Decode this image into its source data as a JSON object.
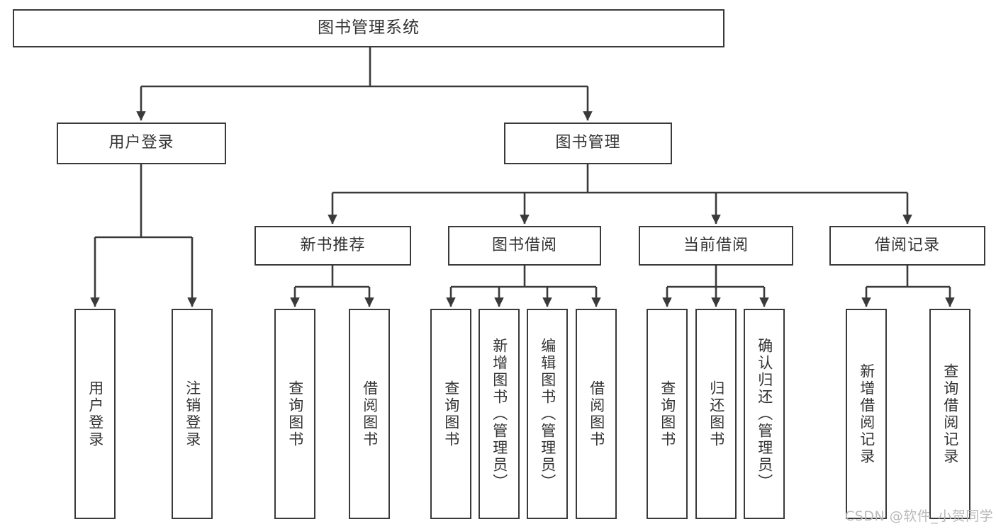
{
  "diagram": {
    "title": "图书管理系统",
    "type": "tree-hierarchy-chart",
    "background_color": "#ffffff",
    "box_border_color": "#3a3a3a",
    "text_color": "#333333",
    "edge_color": "#3a3a3a"
  },
  "nodes": {
    "root": {
      "label": "图书管理系统"
    },
    "level2": [
      {
        "label": "用户登录"
      },
      {
        "label": "图书管理"
      }
    ],
    "level3": [
      {
        "label": "新书推荐"
      },
      {
        "label": "图书借阅"
      },
      {
        "label": "当前借阅"
      },
      {
        "label": "借阅记录"
      }
    ],
    "leaves": {
      "user_login": [
        {
          "label": "用户登录"
        },
        {
          "label": "注销登录"
        }
      ],
      "new_book_recommend": [
        {
          "label": "查询图书"
        },
        {
          "label": "借阅图书"
        }
      ],
      "book_borrow": [
        {
          "label": "查询图书"
        },
        {
          "label": "新增图书（管理员）"
        },
        {
          "label": "编辑图书（管理员）"
        },
        {
          "label": "借阅图书"
        }
      ],
      "current_borrow": [
        {
          "label": "查询图书"
        },
        {
          "label": "归还图书"
        },
        {
          "label": "确认归还（管理员）"
        }
      ],
      "borrow_record": [
        {
          "label": "新增借阅记录"
        },
        {
          "label": "查询借阅记录"
        }
      ]
    }
  },
  "watermark": {
    "text": "CSDN @软件_小贺同学"
  }
}
